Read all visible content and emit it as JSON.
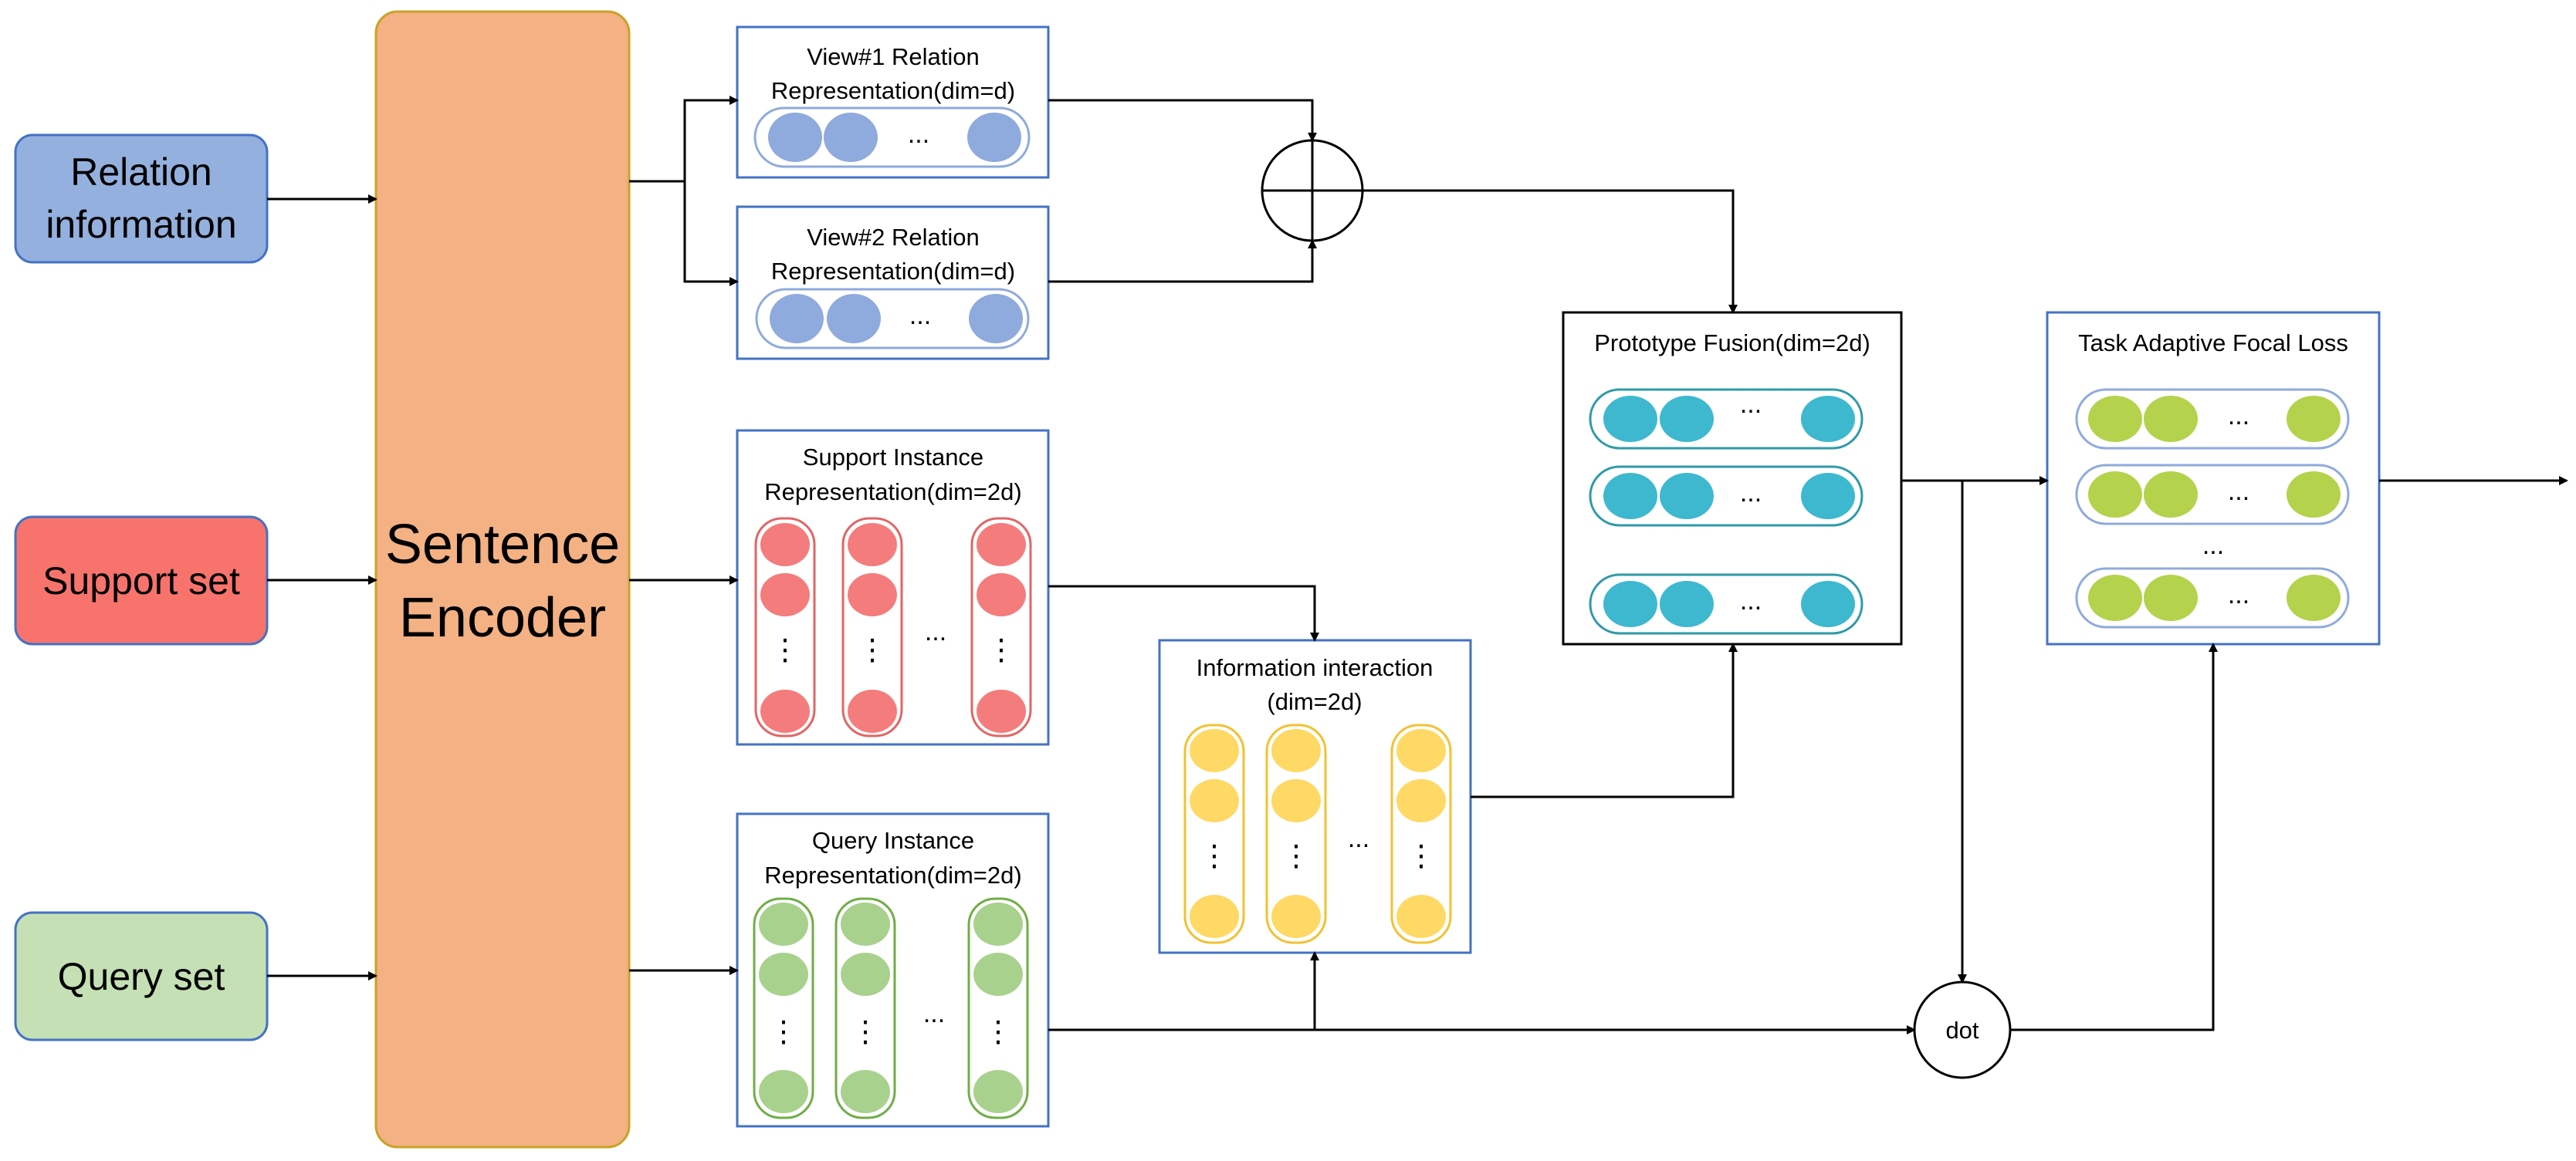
{
  "inputs": {
    "relation": {
      "line1": "Relation",
      "line2": "information",
      "color": "#94b0de",
      "stroke": "#4472c4"
    },
    "support": {
      "label": "Support set",
      "color": "#f8736c",
      "stroke": "#4472c4"
    },
    "query": {
      "label": "Query set",
      "color": "#c5e0b4",
      "stroke": "#4472c4"
    }
  },
  "encoder": {
    "line1": "Sentence",
    "line2": "Encoder",
    "color": "#f4b183",
    "stroke": "#c9a227"
  },
  "view1": {
    "line1": "View#1 Relation",
    "line2": "Representation(dim=d)"
  },
  "view2": {
    "line1": "View#2 Relation",
    "line2": "Representation(dim=d)"
  },
  "support_repr": {
    "line1": "Support Instance",
    "line2": "Representation(dim=2d)"
  },
  "query_repr": {
    "line1": "Query Instance",
    "line2": "Representation(dim=2d)"
  },
  "interaction": {
    "line1": "Information interaction",
    "line2": "(dim=2d)"
  },
  "fusion": {
    "title": "Prototype Fusion(dim=2d)"
  },
  "loss": {
    "title": "Task Adaptive Focal Loss"
  },
  "dot_node": {
    "label": "dot"
  },
  "ellipsis": "...",
  "vellipsis": "⋮",
  "colors": {
    "box_stroke": "#4472c4",
    "blue_dot": "#8faadc",
    "red_dot": "#f47c7c",
    "red_stroke": "#e06666",
    "green_dot": "#a9d18e",
    "green_stroke": "#70ad47",
    "yellow_dot": "#ffd966",
    "yellow_stroke": "#f1c232",
    "teal_dot": "#3db8cf",
    "teal_stroke": "#2e9aa8",
    "lime_dot": "#b4d24c",
    "lime_stroke": "#8faadc"
  }
}
